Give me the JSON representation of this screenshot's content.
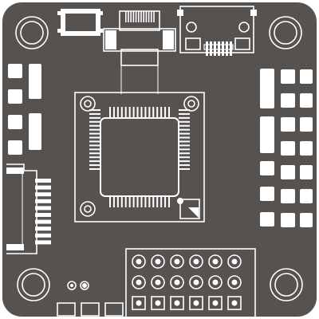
{
  "diagram": {
    "subject": "flight-controller-pcb-top-view",
    "colors": {
      "board": "#555250",
      "silkscreen": "#ffffff",
      "background": "#ffffff"
    },
    "mounting_holes": 4,
    "mcu_pins_per_side": 16,
    "header_columns": 6,
    "header_rows": 3,
    "left_connector_pins": 10
  }
}
